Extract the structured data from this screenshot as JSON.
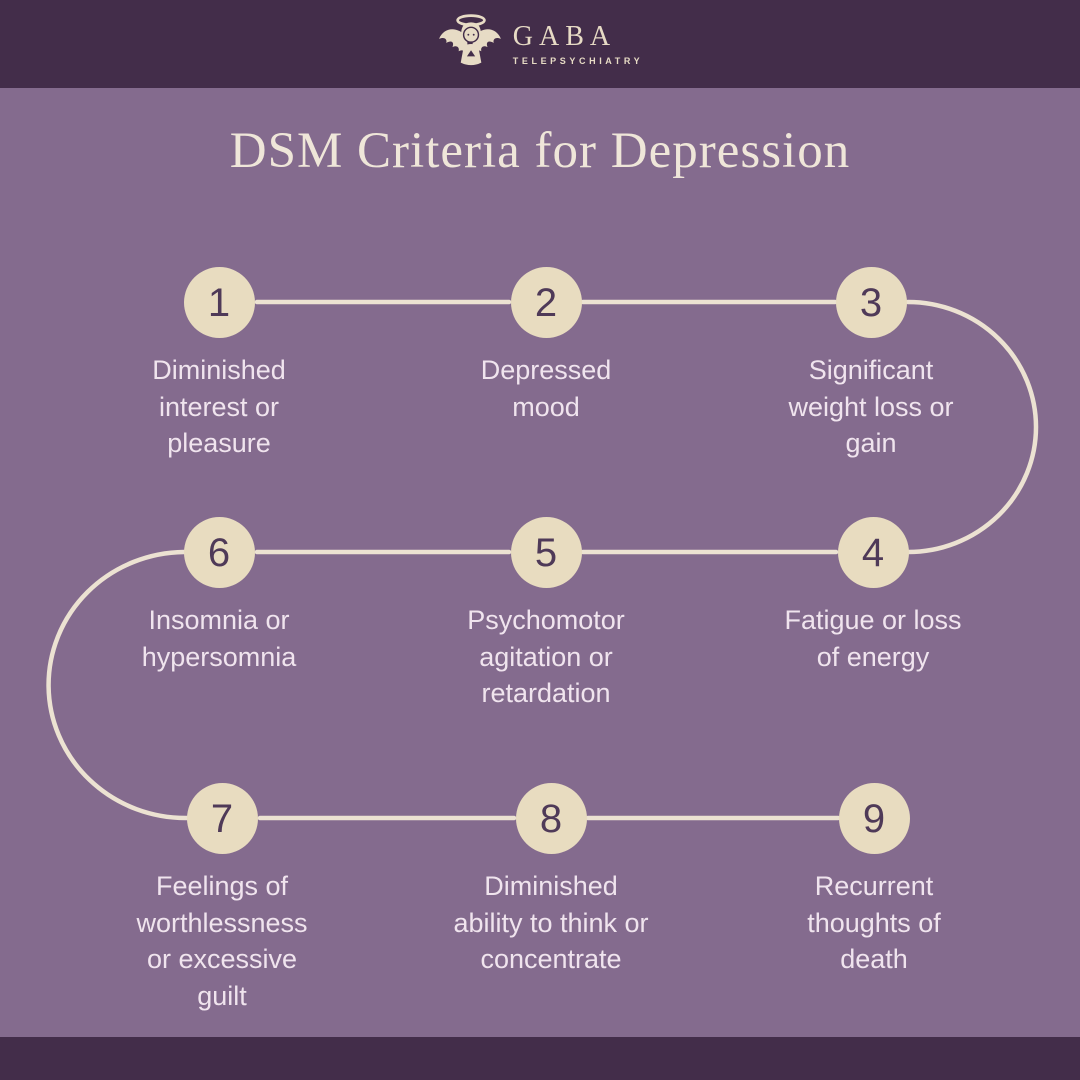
{
  "brand": {
    "name": "GABA",
    "tagline": "TELEPSYCHIATRY"
  },
  "title": "DSM Criteria for Depression",
  "steps": [
    {
      "number": "1",
      "label": "Diminished\ninterest or\npleasure"
    },
    {
      "number": "2",
      "label": "Depressed\nmood"
    },
    {
      "number": "3",
      "label": "Significant\nweight loss or\ngain"
    },
    {
      "number": "4",
      "label": "Fatigue or loss\nof energy"
    },
    {
      "number": "5",
      "label": "Psychomotor\nagitation or\nretardation"
    },
    {
      "number": "6",
      "label": "Insomnia or\nhypersomnia"
    },
    {
      "number": "7",
      "label": "Feelings of\nworthlessness\nor excessive\nguilt"
    },
    {
      "number": "8",
      "label": "Diminished\nability to think or\nconcentrate"
    },
    {
      "number": "9",
      "label": "Recurrent\nthoughts of\ndeath"
    }
  ],
  "colors": {
    "bar": "#432d4a",
    "background": "#846b8e",
    "circle": "#e8dcc0",
    "number": "#4f3a58",
    "connector": "#ece2d2",
    "label": "#f0e4ee",
    "title": "#efe6d9",
    "logo": "#e7dbc5"
  }
}
